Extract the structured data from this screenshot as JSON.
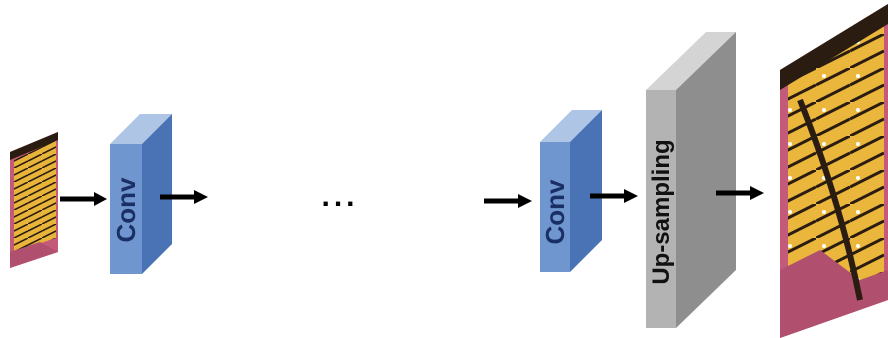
{
  "blocks": {
    "conv1": {
      "label": "Conv"
    },
    "conv2": {
      "label": "Conv"
    },
    "upsampling": {
      "label": "Up-sampling"
    }
  },
  "ellipsis": "...",
  "colors": {
    "conv_front": "#6f96cf",
    "conv_side": "#4a73b6",
    "conv_top": "#aec5e6",
    "conv_text": "#1a2f66",
    "up_front": "#b3b3b3",
    "up_side": "#8e8e8e",
    "up_top": "#d4d4d4",
    "up_text": "#111111",
    "arrow": "#000000"
  },
  "images": {
    "input": {
      "kind": "small-butterfly-image"
    },
    "output": {
      "kind": "large-butterfly-image"
    }
  }
}
